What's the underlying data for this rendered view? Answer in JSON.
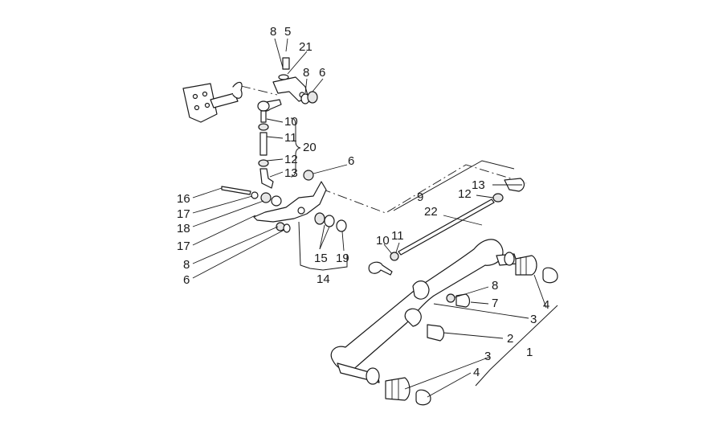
{
  "diagram": {
    "callouts": [
      {
        "id": "c8a",
        "text": "8"
      },
      {
        "id": "c5",
        "text": "5"
      },
      {
        "id": "c21",
        "text": "21"
      },
      {
        "id": "c8b",
        "text": "8"
      },
      {
        "id": "c6a",
        "text": "6"
      },
      {
        "id": "c10a",
        "text": "10"
      },
      {
        "id": "c11a",
        "text": "11"
      },
      {
        "id": "c20",
        "text": "20"
      },
      {
        "id": "c12a",
        "text": "12"
      },
      {
        "id": "c13a",
        "text": "13"
      },
      {
        "id": "c6b",
        "text": "6"
      },
      {
        "id": "c16",
        "text": "16"
      },
      {
        "id": "c17a",
        "text": "17"
      },
      {
        "id": "c18",
        "text": "18"
      },
      {
        "id": "c17b",
        "text": "17"
      },
      {
        "id": "c8c",
        "text": "8"
      },
      {
        "id": "c6c",
        "text": "6"
      },
      {
        "id": "c15",
        "text": "15"
      },
      {
        "id": "c19",
        "text": "19"
      },
      {
        "id": "c14",
        "text": "14"
      },
      {
        "id": "c9",
        "text": "9"
      },
      {
        "id": "c13b",
        "text": "13"
      },
      {
        "id": "c12b",
        "text": "12"
      },
      {
        "id": "c22",
        "text": "22"
      },
      {
        "id": "c10b",
        "text": "10"
      },
      {
        "id": "c11b",
        "text": "11"
      },
      {
        "id": "c8d",
        "text": "8"
      },
      {
        "id": "c7",
        "text": "7"
      },
      {
        "id": "c3a",
        "text": "3"
      },
      {
        "id": "c4a",
        "text": "4"
      },
      {
        "id": "c2",
        "text": "2"
      },
      {
        "id": "c1",
        "text": "1"
      },
      {
        "id": "c3b",
        "text": "3"
      },
      {
        "id": "c4b",
        "text": "4"
      }
    ]
  }
}
